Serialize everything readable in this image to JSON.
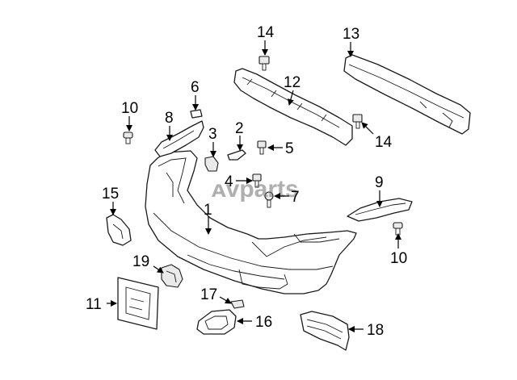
{
  "callouts": [
    "1",
    "2",
    "3",
    "4",
    "5",
    "6",
    "7",
    "8",
    "9",
    "10",
    "10",
    "11",
    "12",
    "13",
    "14",
    "14",
    "15",
    "16",
    "17",
    "18",
    "19"
  ],
  "watermark": "ᴀvparts",
  "colors": {
    "line": "#1a1a1a",
    "fill": "#ffffff",
    "shade": "#eaeaea",
    "watermark": "#6e6e6e"
  }
}
